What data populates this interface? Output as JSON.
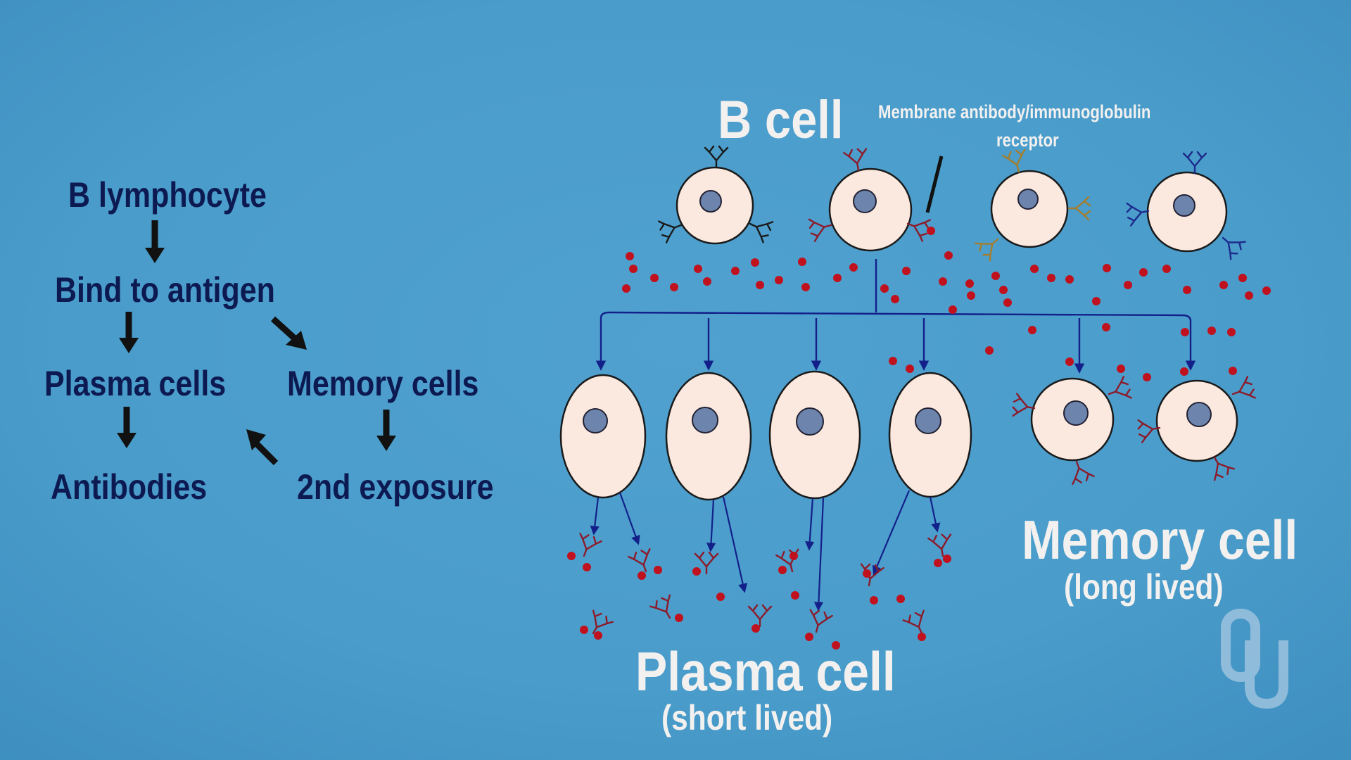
{
  "flowchart": {
    "b_lymphocyte": "B lymphocyte",
    "bind_to_antigen": "Bind to antigen",
    "plasma_cells": "Plasma cells",
    "memory_cells": "Memory cells",
    "antibodies": "Antibodies",
    "second_exposure": "2nd exposure"
  },
  "diagram": {
    "b_cell_title": "B cell",
    "receptor_label_line1": "Membrane antibody/immunoglobulin",
    "receptor_label_line2": "receptor",
    "plasma_cell_title": "Plasma cell",
    "plasma_cell_subtitle": "(short lived)",
    "memory_cell_title": "Memory cell",
    "memory_cell_subtitle": "(long lived)"
  },
  "colors": {
    "background": "#4a9cca",
    "flow_text": "#0d1a52",
    "title_text": "#f3f1f0",
    "cell_fill": "#fbe9df",
    "nucleus": "#6d84ad",
    "antigen": "#c0121e",
    "antibody_red": "#8c1b2a",
    "antibody_black": "#1a1a1a",
    "antibody_gold": "#a47d2c",
    "antibody_blue": "#1c2a8c",
    "arrow_blue": "#13208a"
  },
  "icons": {
    "flow_arrow": "black-arrow-icon",
    "antibody": "y-shaped-antibody-icon",
    "logo": "ou-watermark-logo"
  }
}
